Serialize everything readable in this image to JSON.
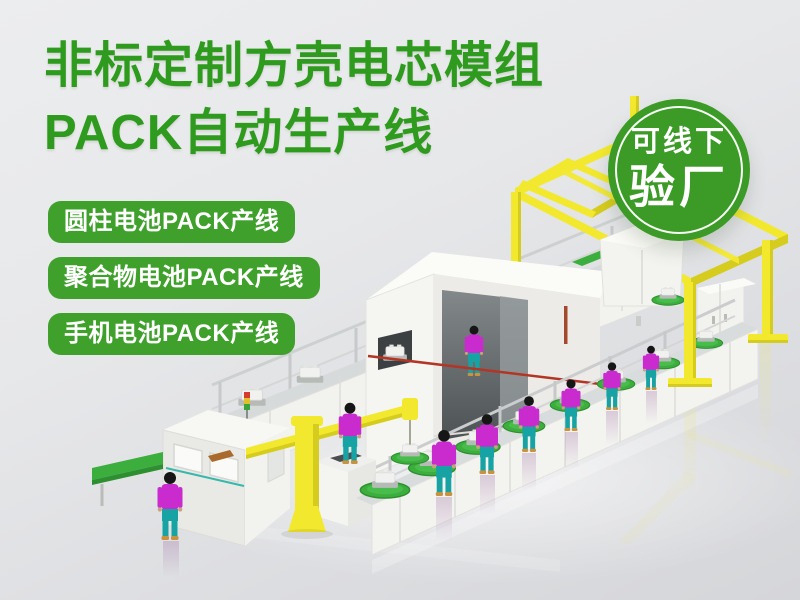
{
  "header": {
    "title_line1": "非标定制方壳电芯模组",
    "title_line2": "PACK自动生产线"
  },
  "tags": [
    {
      "label": "圆柱电池PACK产线"
    },
    {
      "label": "聚合物电池PACK产线"
    },
    {
      "label": "手机电池PACK产线"
    }
  ],
  "badge": {
    "line1": "可线下",
    "line2": "验厂"
  },
  "colors": {
    "title_green": "#2f9b1e",
    "tag_green": "#3fa02c",
    "badge_green": "#3c9a27",
    "accent_yellow": "#f2e92f",
    "accent_yellow_dark": "#d6cc1e",
    "tray_green": "#3cae3e",
    "worker_shirt": "#c92bcf",
    "worker_pants": "#17a3a3",
    "machine_white": "#f4f4f1",
    "background_gray": "#e4e5e7"
  },
  "scene": {
    "elements": [
      "back-conveyor",
      "front-conveyor",
      "main-machine",
      "left-machine",
      "jib-crane",
      "gantry-frame",
      "workers",
      "battery-trays"
    ]
  }
}
